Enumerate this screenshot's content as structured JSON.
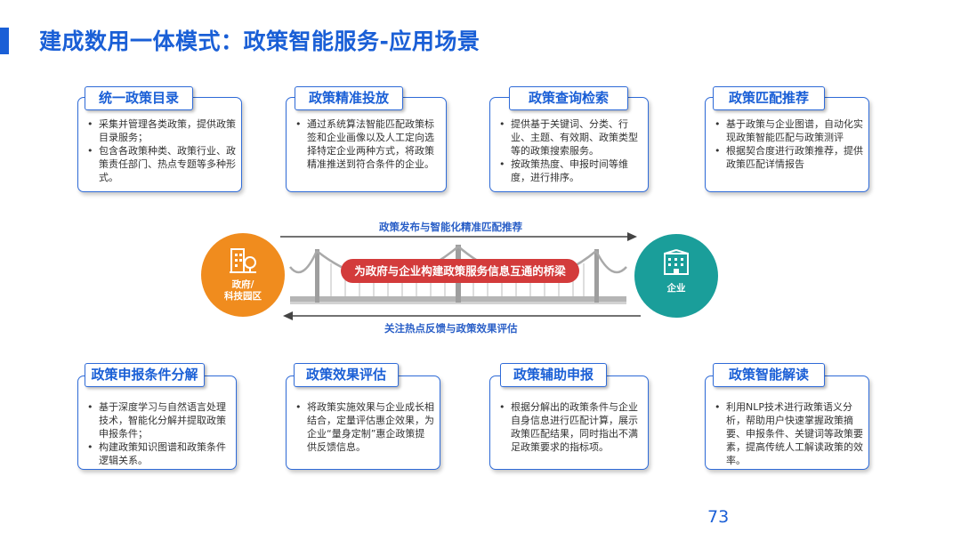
{
  "title": "建成数用一体模式：政策智能服务-应用场景",
  "top_cards": [
    {
      "title": "统一政策目录",
      "items": [
        "采集并管理各类政策，提供政策目录服务；",
        "包含各政策种类、政策行业、政策责任部门、热点专题等多种形式。"
      ]
    },
    {
      "title": "政策精准投放",
      "items": [
        "通过系统算法智能匹配政策标签和企业画像以及人工定向选择特定企业两种方式，将政策精准推送到符合条件的企业。"
      ]
    },
    {
      "title": "政策查询检索",
      "items": [
        "提供基于关键词、分类、行业、主题、有效期、政策类型等的政策搜索服务。",
        "按政策热度、申报时间等维度，进行排序。"
      ]
    },
    {
      "title": "政策匹配推荐",
      "items": [
        "基于政策与企业图谱，自动化实现政策智能匹配与政策测评",
        "根据契合度进行政策推荐，提供政策匹配详情报告"
      ]
    }
  ],
  "bottom_cards": [
    {
      "title": "政策申报条件分解",
      "items": [
        "基于深度学习与自然语言处理技术，智能化分解并提取政策申报条件；",
        "构建政策知识图谱和政策条件逻辑关系。"
      ]
    },
    {
      "title": "政策效果评估",
      "items": [
        "将政策实施效果与企业成长相结合，定量评估惠企效果，为企业“量身定制”惠企政策提供反馈信息。"
      ]
    },
    {
      "title": "政策辅助申报",
      "items": [
        "根据分解出的政策条件与企业自身信息进行匹配计算，展示政策匹配结果，同时指出不满足政策要求的指标项。"
      ]
    },
    {
      "title": "政策智能解读",
      "items": [
        "利用NLP技术进行政策语义分析，帮助用户快速掌握政策摘要、申报条件、关键词等政策要素，提高传统人工解读政策的效率。"
      ]
    }
  ],
  "flow": {
    "top_arrow_label": "政策发布与智能化精准匹配推荐",
    "bottom_arrow_label": "关注热点反馈与政策效果评估",
    "bridge_label": "为政府与企业构建政策服务信息互通的桥梁",
    "left_node": {
      "line1": "政府/",
      "line2": "科技园区",
      "color": "#f08c1e"
    },
    "right_node": {
      "line1": "企业",
      "color": "#1a9e9a"
    }
  },
  "page_number": "73",
  "colors": {
    "accent": "#1a5fd6",
    "border": "#2f6bd8",
    "bridge": "#d33b3b"
  }
}
